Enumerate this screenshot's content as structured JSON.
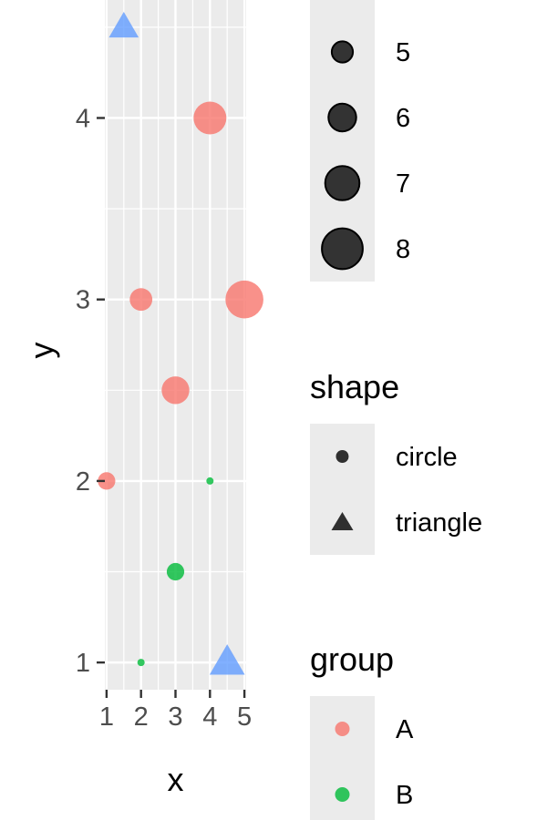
{
  "chart_data": {
    "type": "scatter",
    "xlabel": "x",
    "ylabel": "y",
    "xlim": [
      0.95,
      5.05
    ],
    "ylim": [
      0.85,
      4.65
    ],
    "x_ticks": [
      1,
      2,
      3,
      4,
      5
    ],
    "y_ticks": [
      1,
      2,
      3,
      4
    ],
    "grid": true,
    "panel_background": "#EBEBEB",
    "series": [
      {
        "name": "A",
        "color": "#F8766D",
        "shape": "circle",
        "points": [
          {
            "x": 1,
            "y": 2,
            "size": 5
          },
          {
            "x": 2,
            "y": 3,
            "size": 6
          },
          {
            "x": 3,
            "y": 2.5,
            "size": 7
          },
          {
            "x": 4,
            "y": 4,
            "size": 8
          },
          {
            "x": 5,
            "y": 3,
            "size": 9
          }
        ]
      },
      {
        "name": "B",
        "color": "#00BA38",
        "shape": "circle",
        "points": [
          {
            "x": 2,
            "y": 1,
            "size": 3
          },
          {
            "x": 3,
            "y": 1.5,
            "size": 5
          },
          {
            "x": 4,
            "y": 2,
            "size": 3
          }
        ]
      },
      {
        "name": "",
        "color": "#619CFF",
        "shape": "triangle",
        "points": [
          {
            "x": 1.5,
            "y": 4.5,
            "size": 7
          },
          {
            "x": 4.5,
            "y": 1,
            "size": 8
          }
        ]
      }
    ],
    "legends": {
      "size": {
        "title": "",
        "values": [
          5,
          6,
          7,
          8
        ]
      },
      "shape": {
        "title": "shape",
        "items": [
          {
            "label": "circle",
            "shape": "circle"
          },
          {
            "label": "triangle",
            "shape": "triangle"
          }
        ]
      },
      "group": {
        "title": "group",
        "items": [
          {
            "label": "A",
            "color": "#F8766D"
          },
          {
            "label": "B",
            "color": "#00BA38"
          }
        ]
      }
    }
  }
}
